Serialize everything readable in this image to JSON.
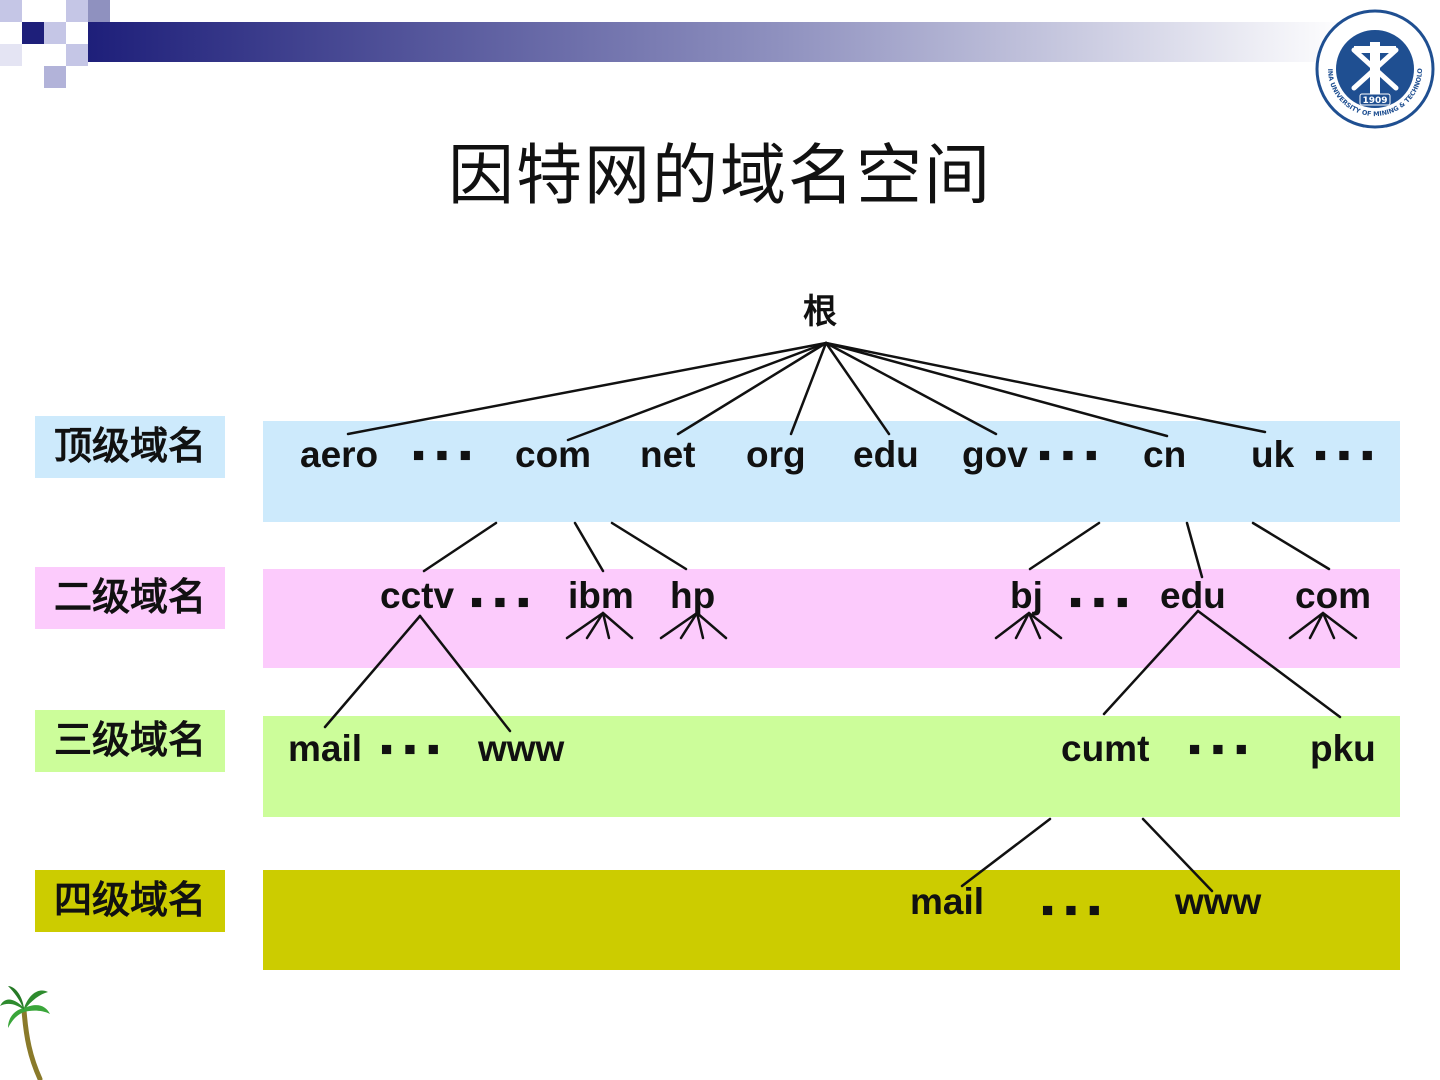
{
  "title": "因特网的域名空间",
  "colors": {
    "header_dark": "#1e1f7a",
    "top_band": "#cdeafc",
    "second_band": "#fccbfc",
    "third_band": "#ccfd9a",
    "fourth_band": "#cccc00",
    "seal_blue": "#1f4f91"
  },
  "seal": {
    "year": "1909",
    "name": "CHINA UNIVERSITY OF MINING & TECHNOLOGY",
    "icon": "university-seal-icon"
  },
  "palm": {
    "icon": "palm-tree-icon"
  },
  "levels": {
    "top": "顶级域名",
    "second": "二级域名",
    "third": "三级域名",
    "fourth": "四级域名"
  },
  "root": "根",
  "ellipsis": "▪ ▪ ▪",
  "top_level": {
    "aero": "aero",
    "com": "com",
    "net": "net",
    "org": "org",
    "edu": "edu",
    "gov": "gov",
    "cn": "cn",
    "uk": "uk"
  },
  "second_level": {
    "cctv": "cctv",
    "ibm": "ibm",
    "hp": "hp",
    "bj": "bj",
    "edu": "edu",
    "com": "com"
  },
  "third_level": {
    "mail": "mail",
    "www": "www",
    "cumt": "cumt",
    "pku": "pku"
  },
  "fourth_level": {
    "mail": "mail",
    "www": "www"
  }
}
